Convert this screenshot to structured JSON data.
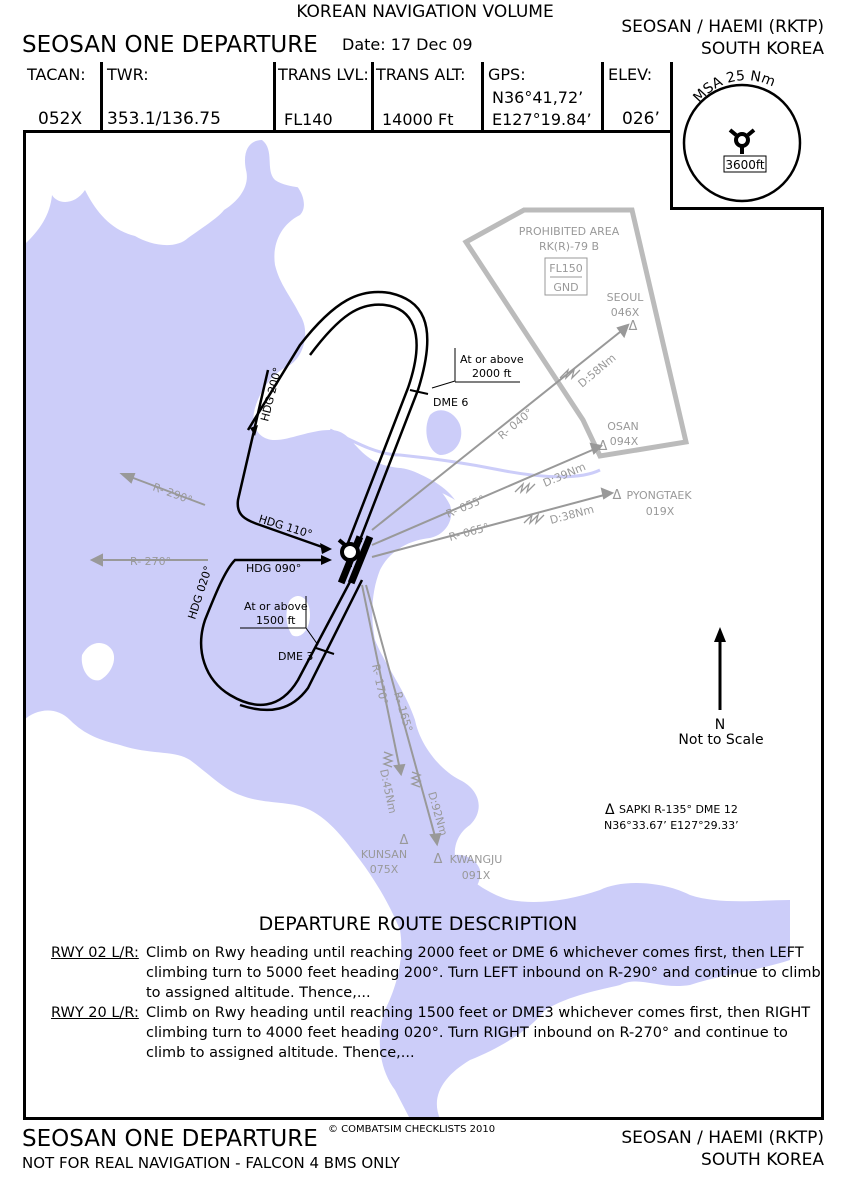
{
  "header": {
    "volume": "KOREAN NAVIGATION VOLUME",
    "title": "SEOSAN ONE DEPARTURE",
    "date": "Date: 17 Dec 09",
    "airport": "SEOSAN / HAEMI (RKTP)",
    "country": "SOUTH KOREA"
  },
  "info": {
    "tacan_label": "TACAN:",
    "tacan_value": "052X",
    "twr_label": "TWR:",
    "twr_value": "353.1/136.75",
    "trans_lvl_label": "TRANS LVL:",
    "trans_lvl_value": "FL140",
    "trans_alt_label": "TRANS ALT:",
    "trans_alt_value": "14000 Ft",
    "gps_label": "GPS:",
    "gps_lat": "N36°41,72’",
    "gps_lon": "E127°19.84’",
    "elev_label": "ELEV:",
    "elev_value": "026’"
  },
  "msa": {
    "label": "MSA 25 Nm",
    "altitude": "3600ft"
  },
  "map": {
    "prohibited_title": "PROHIBITED AREA",
    "prohibited_id": "RK(R)-79 B",
    "prohibited_upper": "FL150",
    "prohibited_lower": "GND",
    "hdg_200": "HDG 200°",
    "hdg_110": "HDG 110°",
    "hdg_090": "HDG 090°",
    "hdg_020": "HDG 020°",
    "restr_2000_line1": "At or above",
    "restr_2000_line2": "2000 ft",
    "dme6": "DME 6",
    "restr_1500_line1": "At or above",
    "restr_1500_line2": "1500 ft",
    "dme3": "DME 3",
    "r290": "R- 290°",
    "r270": "R- 270°",
    "r040": "R- 040°",
    "r055": "R- 055°",
    "r065": "R- 065°",
    "r170": "R- 170°",
    "r165": "R- 165°",
    "d58": "D:58Nm",
    "d39": "D:39Nm",
    "d38": "D:38Nm",
    "d45": "D:45Nm",
    "d92": "D:92Nm",
    "seoul_name": "SEOUL",
    "seoul_ch": "046X",
    "osan_name": "OSAN",
    "osan_ch": "094X",
    "pyongtaek_name": "PYONGTAEK",
    "pyongtaek_ch": "019X",
    "kunsan_name": "KUNSAN",
    "kunsan_ch": "075X",
    "kwangju_name": "KWANGJU",
    "kwangju_ch": "091X",
    "sapki_line1": "SAPKI  R-135° DME 12",
    "sapki_line2": "N36°33.67’ E127°29.33’",
    "north": "N",
    "scale": "Not to Scale"
  },
  "description": {
    "title": "DEPARTURE ROUTE DESCRIPTION",
    "rwy02_label": "RWY 02 L/R:",
    "rwy02_line1": "Climb on Rwy heading until reaching 2000 feet or DME 6 whichever comes first, then LEFT",
    "rwy02_line2": "climbing turn to 5000 feet heading 200°. Turn LEFT inbound on R-290° and continue to climb",
    "rwy02_line3": "to assigned altitude. Thence,...",
    "rwy20_label": "RWY 20 L/R:",
    "rwy20_line1": "Climb on Rwy heading until reaching 1500 feet or DME3 whichever comes first, then RIGHT",
    "rwy20_line2": "climbing turn to 4000 feet heading 020°. Turn RIGHT inbound on R-270° and continue to",
    "rwy20_line3": "climb to assigned altitude. Thence,..."
  },
  "footer": {
    "title": "SEOSAN ONE DEPARTURE",
    "note": "NOT FOR REAL NAVIGATION - FALCON 4 BMS ONLY",
    "copyright": "© COMBATSIM CHECKLISTS 2010",
    "airport": "SEOSAN / HAEMI (RKTP)",
    "country": "SOUTH KOREA"
  },
  "colors": {
    "water": "#cccdf9",
    "land": "#ffffff",
    "procedure": "#000000",
    "reference": "#999999"
  }
}
